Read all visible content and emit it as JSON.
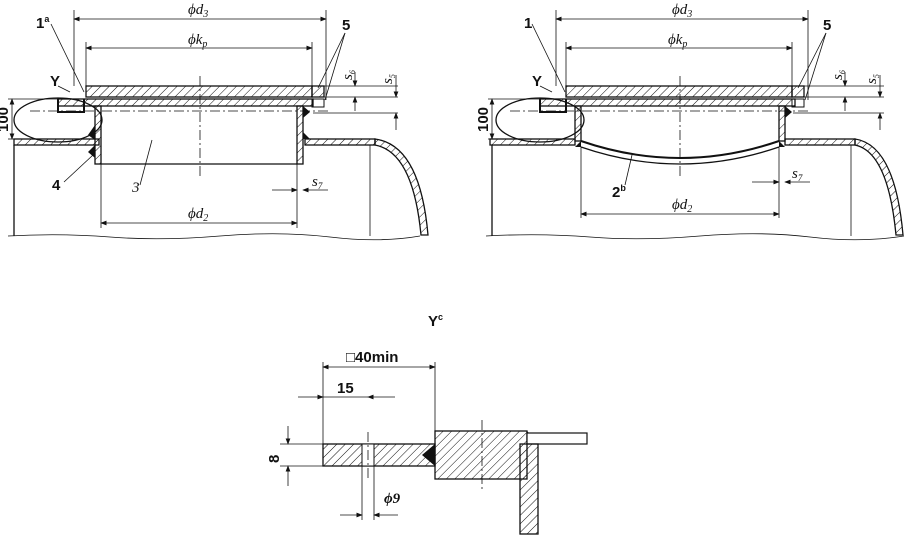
{
  "left_view": {
    "dim_top": "ϕd",
    "dim_top_sub": "3",
    "dim_kp": "ϕk",
    "dim_kp_sub": "p",
    "dim_bottom": "ϕd",
    "dim_bottom_sub": "2",
    "height": "100",
    "s6": "s",
    "s6_sub": "6",
    "s5": "s",
    "s5_sub": "5",
    "s7": "s",
    "s7_sub": "7",
    "detail": "Y",
    "callout_1": "1",
    "callout_1_sup": "a",
    "callout_3": "3",
    "callout_4": "4",
    "callout_5": "5"
  },
  "right_view": {
    "dim_top": "ϕd",
    "dim_top_sub": "3",
    "dim_kp": "ϕk",
    "dim_kp_sub": "p",
    "dim_bottom": "ϕd",
    "dim_bottom_sub": "2",
    "height": "100",
    "s6": "s",
    "s6_sub": "6",
    "s5": "s",
    "s5_sub": "5",
    "s7": "s",
    "s7_sub": "7",
    "detail": "Y",
    "callout_1": "1",
    "callout_2": "2",
    "callout_2_sup": "b",
    "callout_5": "5"
  },
  "detail_view": {
    "title": "Y",
    "title_sup": "c",
    "dim_square": "□40min",
    "dim_15": "15",
    "dim_8": "8",
    "dim_hole": "ϕ9"
  }
}
